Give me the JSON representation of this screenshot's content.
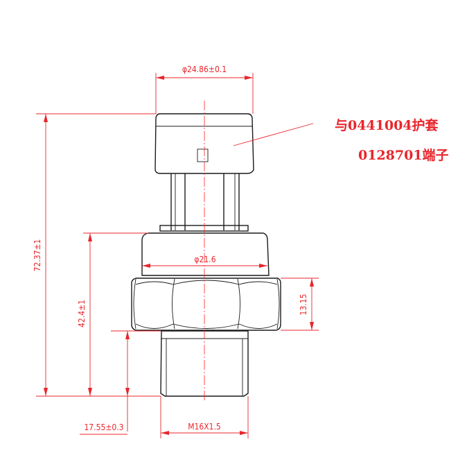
{
  "dimensions": {
    "top_diameter": "φ24.86±0.1",
    "mid_diameter": "φ21.6",
    "total_length": "72.37±1",
    "body_length": "42.4±1",
    "hex_height": "13.15",
    "thread_length": "17.55±0.3",
    "thread_spec": "M16X1.5"
  },
  "note": {
    "line1": "与0441004护套",
    "line2": "0128701端子"
  },
  "colors": {
    "dimension": "#e8262c",
    "outline": "#1a1a1a"
  }
}
